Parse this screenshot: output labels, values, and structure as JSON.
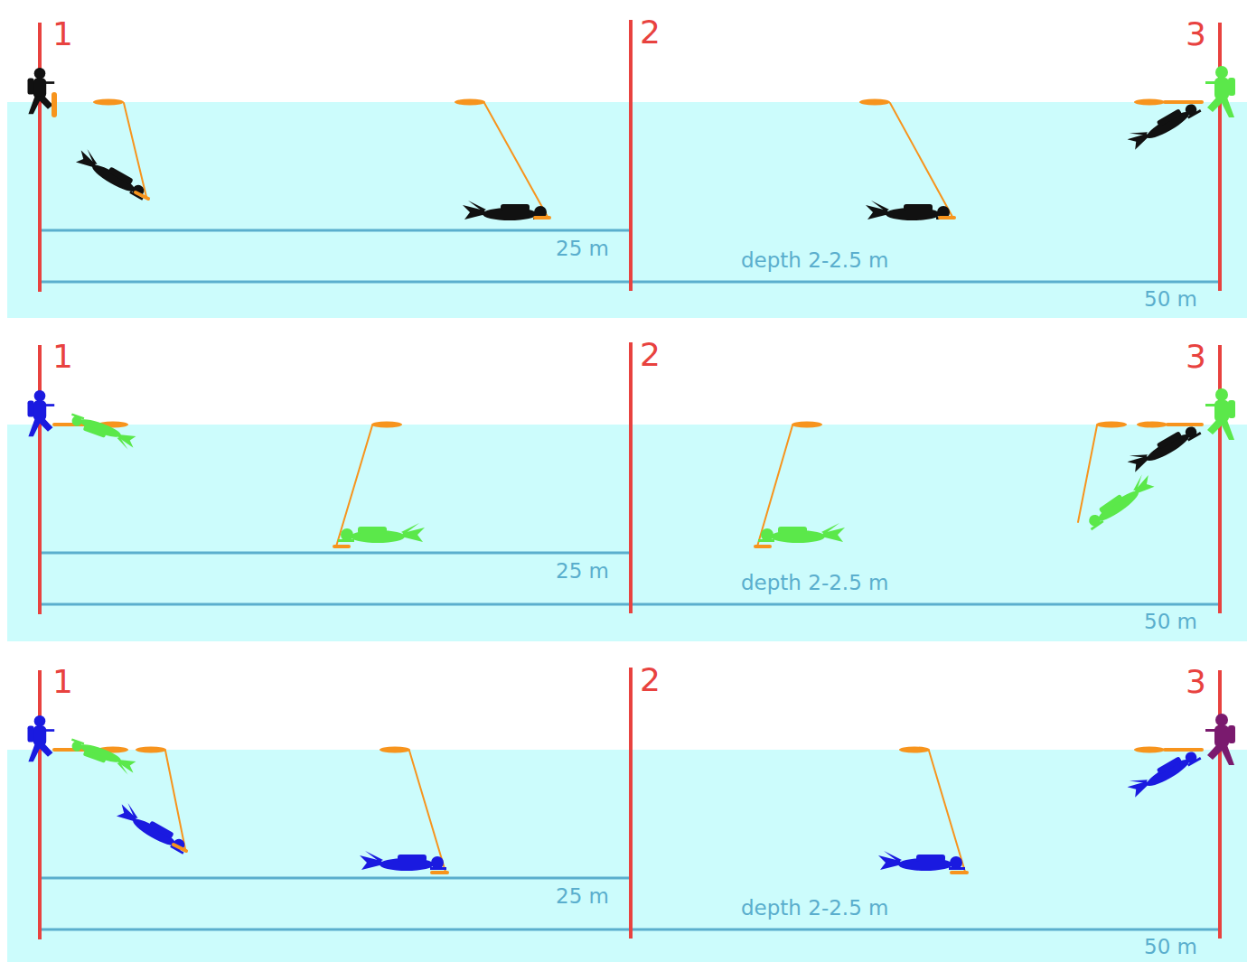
{
  "diagram": {
    "labels": [
      "1",
      "2",
      "3",
      "25 m",
      "depth 2-2.5 m",
      "50 m",
      "1",
      "2",
      "3",
      "25 m",
      "depth 2-2.5 m",
      "50 m",
      "1",
      "2",
      "3",
      "25 m",
      "depth 2-2.5 m",
      "50 m"
    ]
  }
}
